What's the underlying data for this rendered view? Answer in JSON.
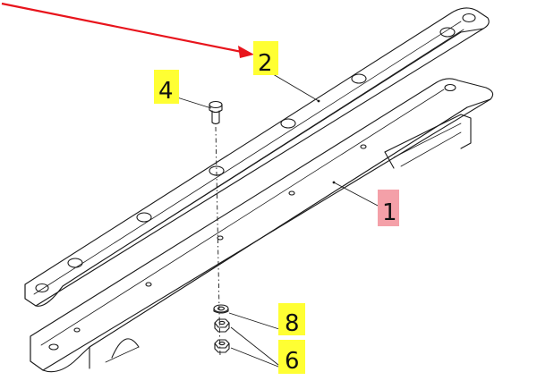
{
  "callouts": [
    {
      "id": "c2",
      "label": "2",
      "color": "#ffff33"
    },
    {
      "id": "c4",
      "label": "4",
      "color": "#ffff33"
    },
    {
      "id": "c1",
      "label": "1",
      "color": "#f4a0a8"
    },
    {
      "id": "c8",
      "label": "8",
      "color": "#ffff33"
    },
    {
      "id": "c6",
      "label": "6",
      "color": "#ffff33"
    }
  ],
  "colors": {
    "arrow": "#e8141c",
    "line": "#1a1a1a",
    "background": "#ffffff"
  }
}
